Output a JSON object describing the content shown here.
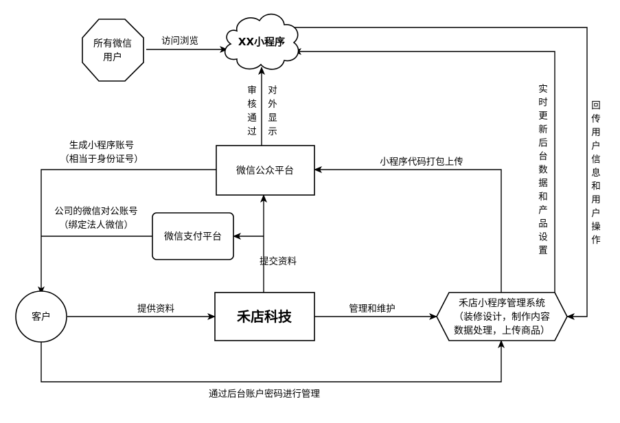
{
  "nodes": {
    "all_wechat_users": {
      "lines": [
        "所有微信",
        "用户"
      ]
    },
    "xx_mini_program": {
      "label": "XX小程序"
    },
    "wechat_official_platform": {
      "label": "微信公众平台"
    },
    "wechat_pay_platform": {
      "label": "微信支付平台"
    },
    "customer": {
      "label": "客户"
    },
    "hedian_tech": {
      "label": "禾店科技"
    },
    "management_system": {
      "lines": [
        "禾店小程序管理系统",
        "（装修设计，制作内容",
        "数据处理，上传商品）"
      ]
    }
  },
  "edges": {
    "visit_browse": "访问浏览",
    "review_pass": "审核通过",
    "public_display": "对外显示",
    "create_account": [
      "生成小程序账号",
      "（相当于身份证号）"
    ],
    "corporate_account": [
      "公司的微信对公账号",
      "（绑定法人微信）"
    ],
    "submit_materials_up": "提交资料",
    "provide_materials": "提供资料",
    "manage_maintain": "管理和维护",
    "package_upload": "小程序代码打包上传",
    "realtime_update": "实时更新后台数据和产品设置",
    "return_user_info": "回传用户信息和用户操作",
    "backend_manage": "通过后台账户密码进行管理"
  }
}
